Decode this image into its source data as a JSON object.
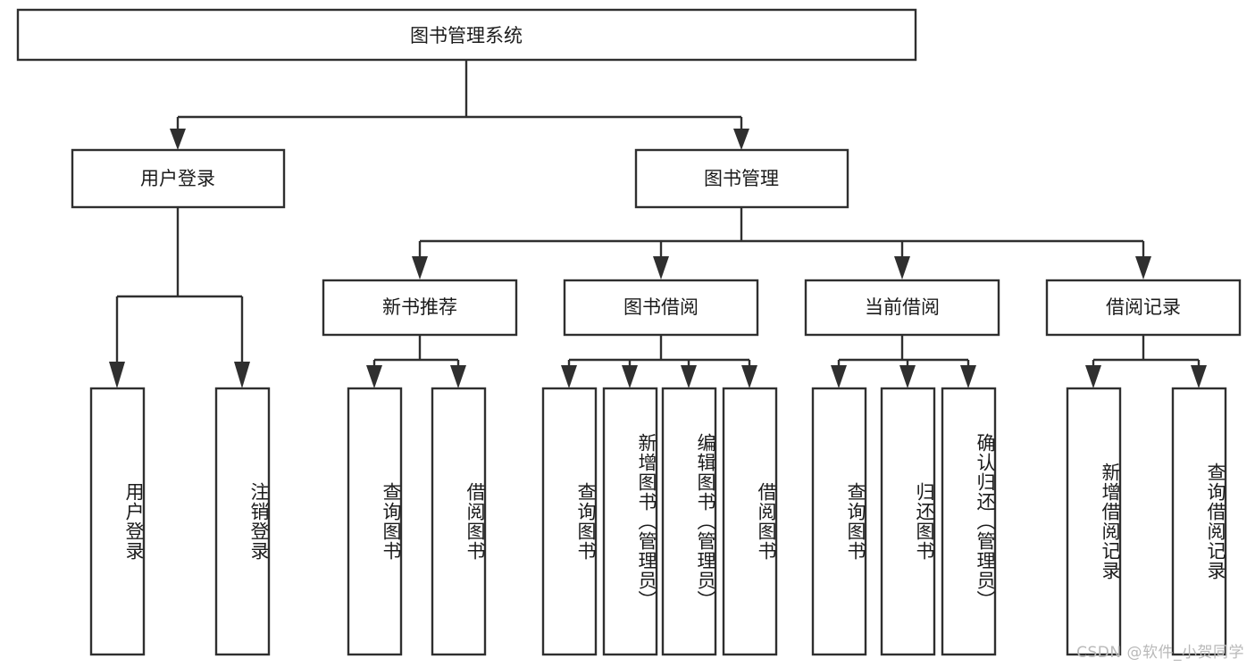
{
  "diagram": {
    "type": "tree-hierarchy",
    "title": "图书管理系统",
    "orientation": "top-down",
    "watermark": "CSDN @软件_小贺同学",
    "colors": {
      "stroke": "#2f2f2f",
      "fill": "#ffffff",
      "text": "#1b1b1b",
      "watermark": "#b9b9b9",
      "background": "#ffffff"
    },
    "levels": [
      {
        "level": 1,
        "nodes": [
          {
            "id": "root",
            "label": "图书管理系统",
            "text_orientation": "horizontal"
          }
        ]
      },
      {
        "level": 2,
        "nodes": [
          {
            "id": "user-login",
            "label": "用户登录",
            "parent": "root",
            "text_orientation": "horizontal"
          },
          {
            "id": "book-manage",
            "label": "图书管理",
            "parent": "root",
            "text_orientation": "horizontal"
          }
        ]
      },
      {
        "level": 3,
        "nodes": [
          {
            "id": "new-book-rec",
            "label": "新书推荐",
            "parent": "book-manage",
            "text_orientation": "horizontal"
          },
          {
            "id": "book-borrow",
            "label": "图书借阅",
            "parent": "book-manage",
            "text_orientation": "horizontal"
          },
          {
            "id": "current-borrow",
            "label": "当前借阅",
            "parent": "book-manage",
            "text_orientation": "horizontal"
          },
          {
            "id": "borrow-record",
            "label": "借阅记录",
            "parent": "book-manage",
            "text_orientation": "horizontal"
          }
        ]
      },
      {
        "level": 4,
        "nodes": [
          {
            "id": "leaf-user-login",
            "label": "用户登录",
            "parent": "user-login",
            "text_orientation": "vertical"
          },
          {
            "id": "leaf-logout",
            "label": "注销登录",
            "parent": "user-login",
            "text_orientation": "vertical"
          },
          {
            "id": "leaf-query-book-1",
            "label": "查询图书",
            "parent": "new-book-rec",
            "text_orientation": "vertical"
          },
          {
            "id": "leaf-borrow-book-1",
            "label": "借阅图书",
            "parent": "new-book-rec",
            "text_orientation": "vertical"
          },
          {
            "id": "leaf-query-book-2",
            "label": "查询图书",
            "parent": "book-borrow",
            "text_orientation": "vertical"
          },
          {
            "id": "leaf-add-book",
            "label": "新增图书（管理员）",
            "parent": "book-borrow",
            "text_orientation": "vertical"
          },
          {
            "id": "leaf-edit-book",
            "label": "编辑图书（管理员）",
            "parent": "book-borrow",
            "text_orientation": "vertical"
          },
          {
            "id": "leaf-borrow-book-2",
            "label": "借阅图书",
            "parent": "book-borrow",
            "text_orientation": "vertical"
          },
          {
            "id": "leaf-query-book-3",
            "label": "查询图书",
            "parent": "current-borrow",
            "text_orientation": "vertical"
          },
          {
            "id": "leaf-return-book",
            "label": "归还图书",
            "parent": "current-borrow",
            "text_orientation": "vertical"
          },
          {
            "id": "leaf-confirm-return",
            "label": "确认归还（管理员）",
            "parent": "current-borrow",
            "text_orientation": "vertical"
          },
          {
            "id": "leaf-add-record",
            "label": "新增借阅记录",
            "parent": "borrow-record",
            "text_orientation": "vertical"
          },
          {
            "id": "leaf-query-record",
            "label": "查询借阅记录",
            "parent": "borrow-record",
            "text_orientation": "vertical"
          }
        ]
      }
    ]
  }
}
